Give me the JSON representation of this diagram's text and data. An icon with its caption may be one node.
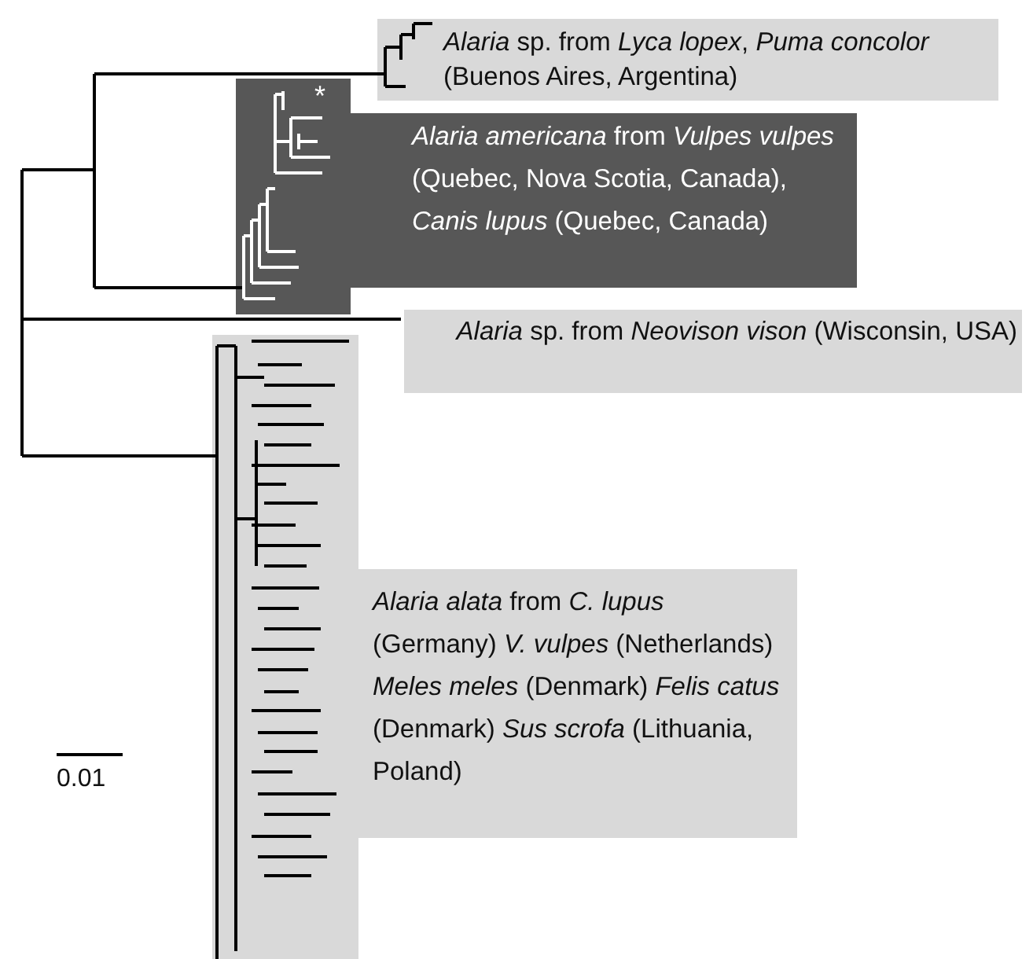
{
  "diagram": {
    "nodes": [
      {
        "text": [
          "*Alaria* sp. from *Lyca lopex*, *Puma concolor* (Buenos Aires, Argentina)"
        ]
      },
      {
        "text": [
          "*Alaria americana* from *Vulpes vulpes* (Quebec, Nova Scotia, Canada), *Canis lupus* (Quebec, Canada)"
        ]
      },
      {
        "text": [
          "*Alaria* sp. from *Neovison vison* (Wisconsin, USA)"
        ]
      },
      {
        "text": [
          "*Alaria alata* from *C. lupus* (Germany) *V. vulpes* (Netherlands) *Meles meles* (Denmark) *Felis catus* (Denmark) *Sus scrofa* (Lithuania, Poland)"
        ]
      }
    ],
    "labels": [
      "*",
      "0.01"
    ]
  }
}
